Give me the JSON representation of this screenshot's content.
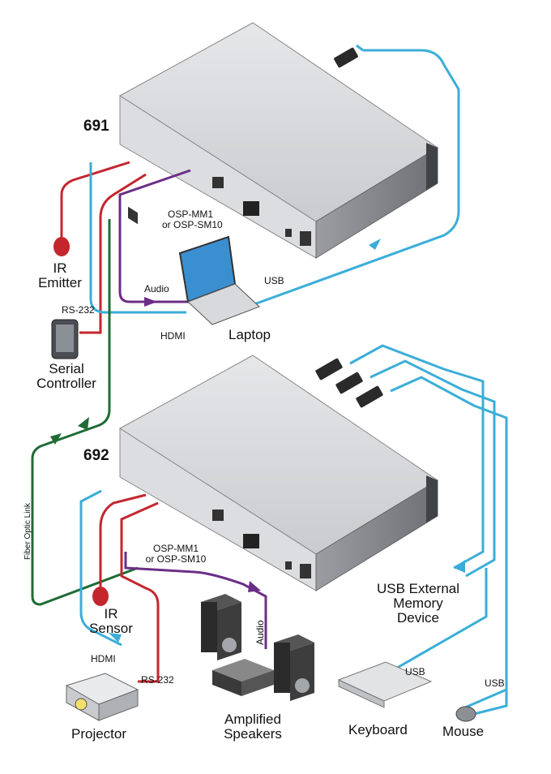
{
  "units": [
    {
      "name": "691",
      "module": [
        "OSP-MM1",
        "or OSP-SM10"
      ]
    },
    {
      "name": "692",
      "module": [
        "OSP-MM1",
        "or OSP-SM10"
      ]
    }
  ],
  "devices": {
    "ir_emitter": [
      "IR",
      "Emitter"
    ],
    "serial_controller": [
      "Serial",
      "Controller"
    ],
    "laptop": "Laptop",
    "ir_sensor": [
      "IR",
      "Sensor"
    ],
    "projector": "Projector",
    "amplified_speakers": [
      "Amplified",
      "Speakers"
    ],
    "usb_memory": [
      "USB External",
      "Memory",
      "Device"
    ],
    "keyboard": "Keyboard",
    "mouse": "Mouse"
  },
  "cables": {
    "rs232_top": "RS-232",
    "audio_top": "Audio",
    "usb_top": "USB",
    "hdmi_top": "HDMI",
    "fiber": "Fiber Optic Link",
    "hdmi_bottom": "HDMI",
    "rs232_bottom": "RS-232",
    "audio_bottom": "Audio",
    "usb_keyboard": "USB",
    "usb_mouse": "USB"
  },
  "colors": {
    "usb": "#3aaed8",
    "rs232": "#c4262e",
    "audio": "#6b2e86",
    "fiber": "#1f6b35",
    "hdmi": "#3aaed8"
  }
}
